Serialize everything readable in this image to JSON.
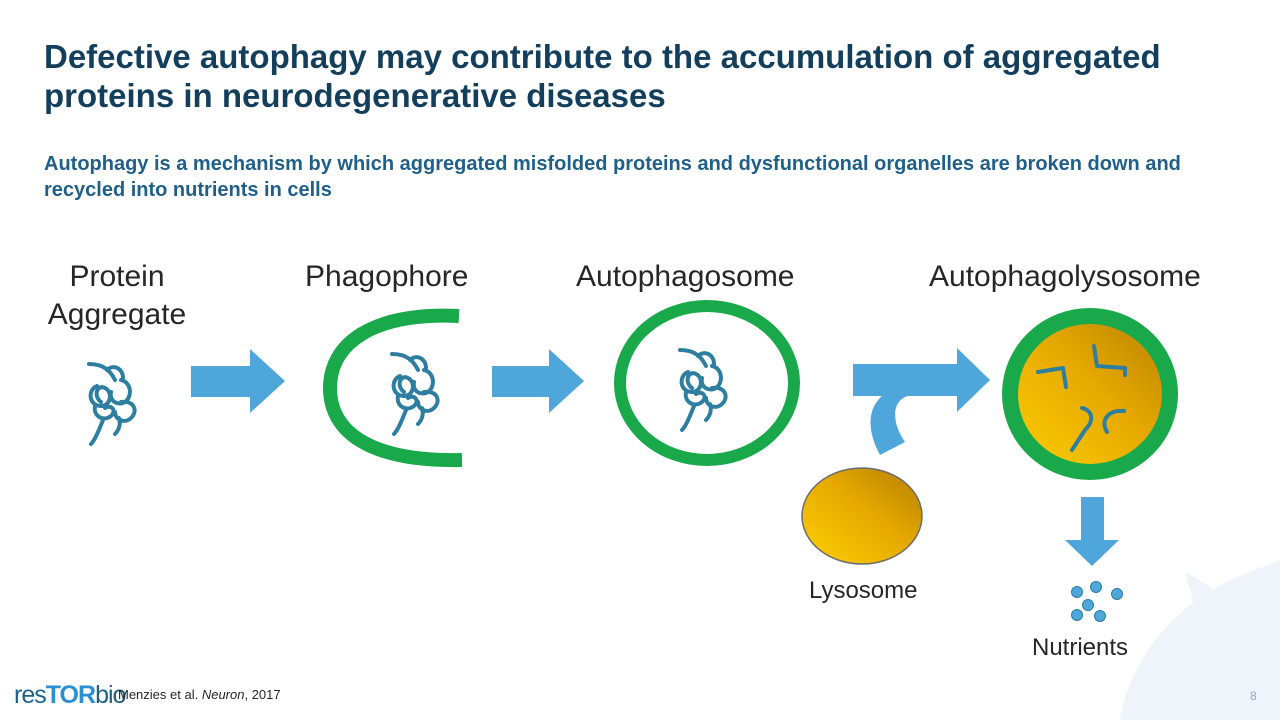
{
  "title": "Defective autophagy may contribute to the accumulation of aggregated proteins in neurodegenerative diseases",
  "subtitle": "Autophagy is a mechanism by which aggregated misfolded proteins and dysfunctional organelles are broken down and recycled into nutrients in cells",
  "stages": {
    "protein_aggregate": "Protein Aggregate",
    "phagophore": "Phagophore",
    "autophagosome": "Autophagosome",
    "autophagolysosome": "Autophagolysosome",
    "lysosome": "Lysosome",
    "nutrients": "Nutrients"
  },
  "footer": {
    "logo": {
      "part1": "res",
      "part2": "TOR",
      "part3": "bio"
    },
    "citation_authors": "Menzies et al. ",
    "citation_journal": "Neuron",
    "citation_year": ", 2017",
    "page_number": "8"
  },
  "colors": {
    "title": "#133f5c",
    "subtitle": "#1f5f88",
    "arrow": "#4ea6da",
    "membrane": "#1aa94a",
    "protein_strand": "#2e7e9f",
    "lysosome_fill": "#f2b705",
    "nutrient_dot": "#4ea6da"
  }
}
